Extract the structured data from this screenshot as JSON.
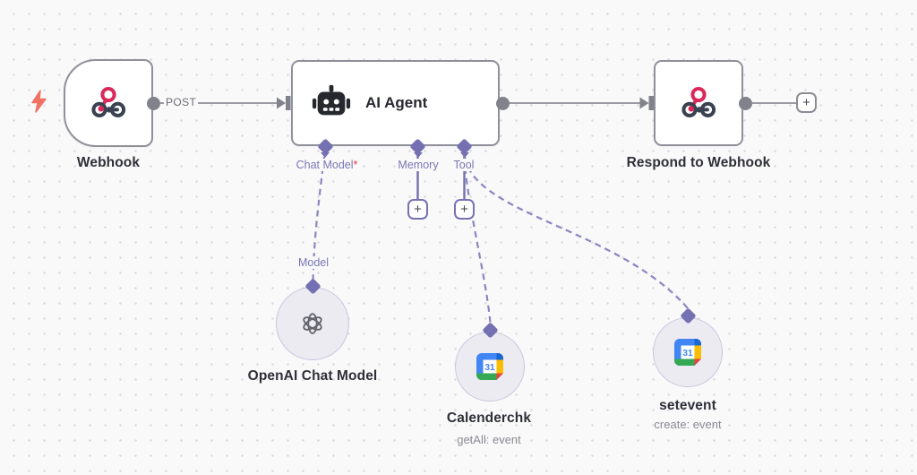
{
  "workflow": {
    "nodes": {
      "webhook": {
        "label": "Webhook"
      },
      "ai_agent": {
        "title": "AI Agent",
        "ports": {
          "chat_model": "Chat Model",
          "chat_model_required_marker": "*",
          "memory": "Memory",
          "tool": "Tool"
        }
      },
      "respond_to_webhook": {
        "label": "Respond to Webhook"
      },
      "openai_chat_model": {
        "label": "OpenAI Chat Model",
        "port_label": "Model"
      },
      "calenderchk": {
        "label": "Calenderchk",
        "sublabel": "getAll: event"
      },
      "setevent": {
        "label": "setevent",
        "sublabel": "create: event"
      }
    },
    "connections": {
      "webhook_to_agent_label": "POST"
    },
    "buttons": {
      "add_memory": "+",
      "add_tool": "+",
      "add_next": "+"
    },
    "calendar_icon_text": "31",
    "icons": {
      "trigger": "lightning-bolt",
      "webhook": "webhook",
      "ai_agent": "robot",
      "openai_chat_model": "openai-flower",
      "calendar_nodes": "google-calendar",
      "add_buttons": "plus"
    },
    "colors": {
      "accent_purple": "#7470b2",
      "wire_gray": "#9a9aa1",
      "webhook_pink": "#d9295b",
      "webhook_slate": "#3a4252",
      "trigger_bolt": "#ef7262",
      "node_border": "#90909a",
      "calendar_blue": "#4285f4",
      "calendar_yellow": "#fbbc04",
      "calendar_green": "#34a853",
      "calendar_red": "#ea4335"
    }
  }
}
